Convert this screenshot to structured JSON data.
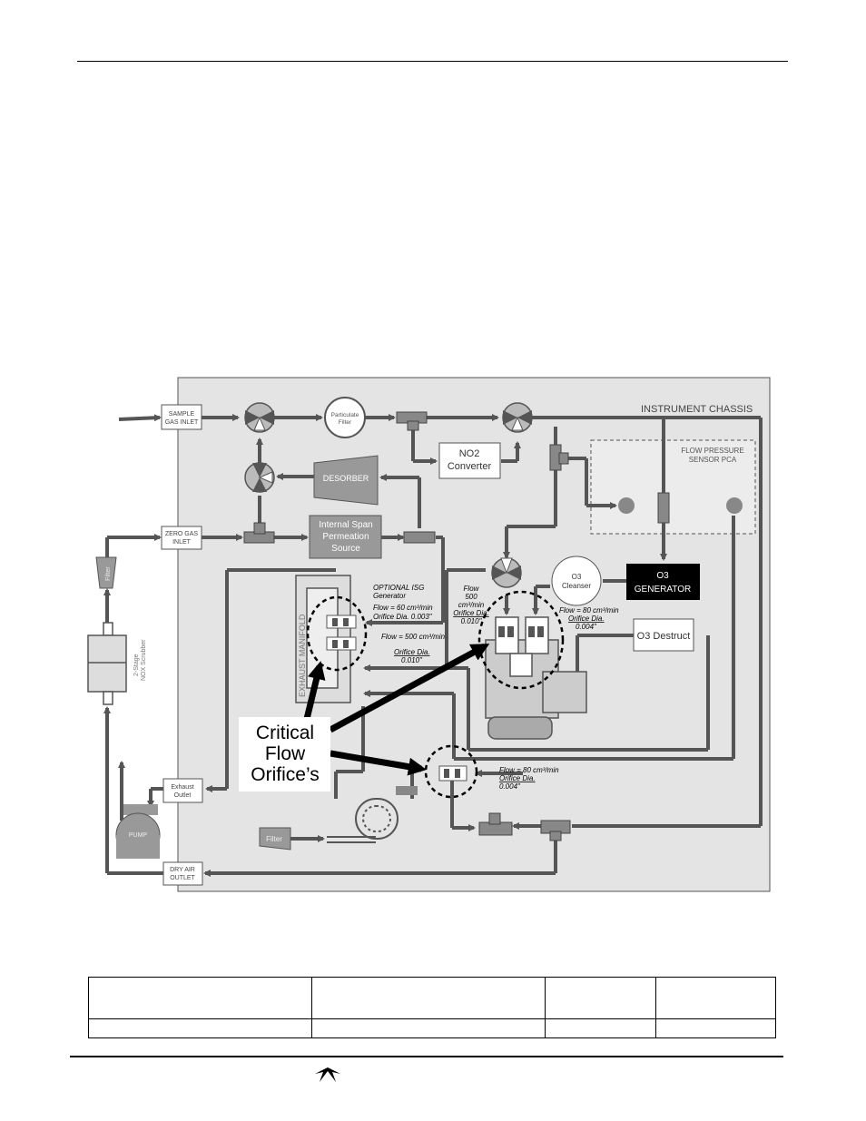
{
  "diagram": {
    "labels": {
      "instrument_chassis": "INSTRUMENT CHASSIS",
      "sample_gas_inlet": [
        "SAMPLE",
        "GAS INLET"
      ],
      "zero_gas_inlet": [
        "ZERO GAS",
        "INLET"
      ],
      "particulate_filter": [
        "Particulate",
        "Filter"
      ],
      "no2_converter": [
        "NO2",
        "Converter"
      ],
      "desorber": "DESORBER",
      "internal_span": [
        "Internal Span",
        "Permeation",
        "Source"
      ],
      "flow_pressure_sensor": [
        "FLOW PRESSURE",
        "SENSOR PCA"
      ],
      "o3_generator": [
        "O3",
        "GENERATOR"
      ],
      "o3_cleanser": [
        "O3",
        "Cleanser"
      ],
      "o3_destruct": "O3 Destruct",
      "optional_isg": [
        "OPTIONAL ISG",
        "Generator"
      ],
      "flow_60": [
        "Flow = 60 cm³/min",
        "Orifice Dia. 0.003\""
      ],
      "flow_500_left": "Flow = 500 cm³/min",
      "orifice_010_left": [
        "Orifice Dia.",
        "0.010\""
      ],
      "flow_500_center": [
        "Flow",
        "500",
        "cm³/min",
        "Orifice Dia.",
        "0.010\""
      ],
      "flow_80_upper": [
        "Flow = 80 cm³/min",
        "Orifice Dia.",
        "0.004\""
      ],
      "flow_80_lower": [
        "Flow = 80 cm³/min",
        "Orifice Dia.",
        "0.004\""
      ],
      "exhaust_manifold": "EXHAUST MANIFOLD",
      "filter_left": "Filter",
      "filter_bottom": "Filter",
      "scrubber": [
        "2-Stage",
        "NOX Scrubber"
      ],
      "pump": "PUMP",
      "exhaust_outlet": [
        "Exhaust",
        "Outlet"
      ],
      "dry_air_outlet": [
        "DRY AIR",
        "OUTLET"
      ],
      "critical_flow": [
        "Critical",
        "Flow",
        "Orifice’s"
      ]
    }
  },
  "table": {
    "rows": [
      [
        "",
        "",
        "",
        ""
      ],
      [
        "",
        "",
        "",
        ""
      ]
    ]
  },
  "colors": {
    "pipe": "#555555",
    "chassis": "#e4e4e4",
    "box_gray": "#999999",
    "generator": "#000000"
  }
}
